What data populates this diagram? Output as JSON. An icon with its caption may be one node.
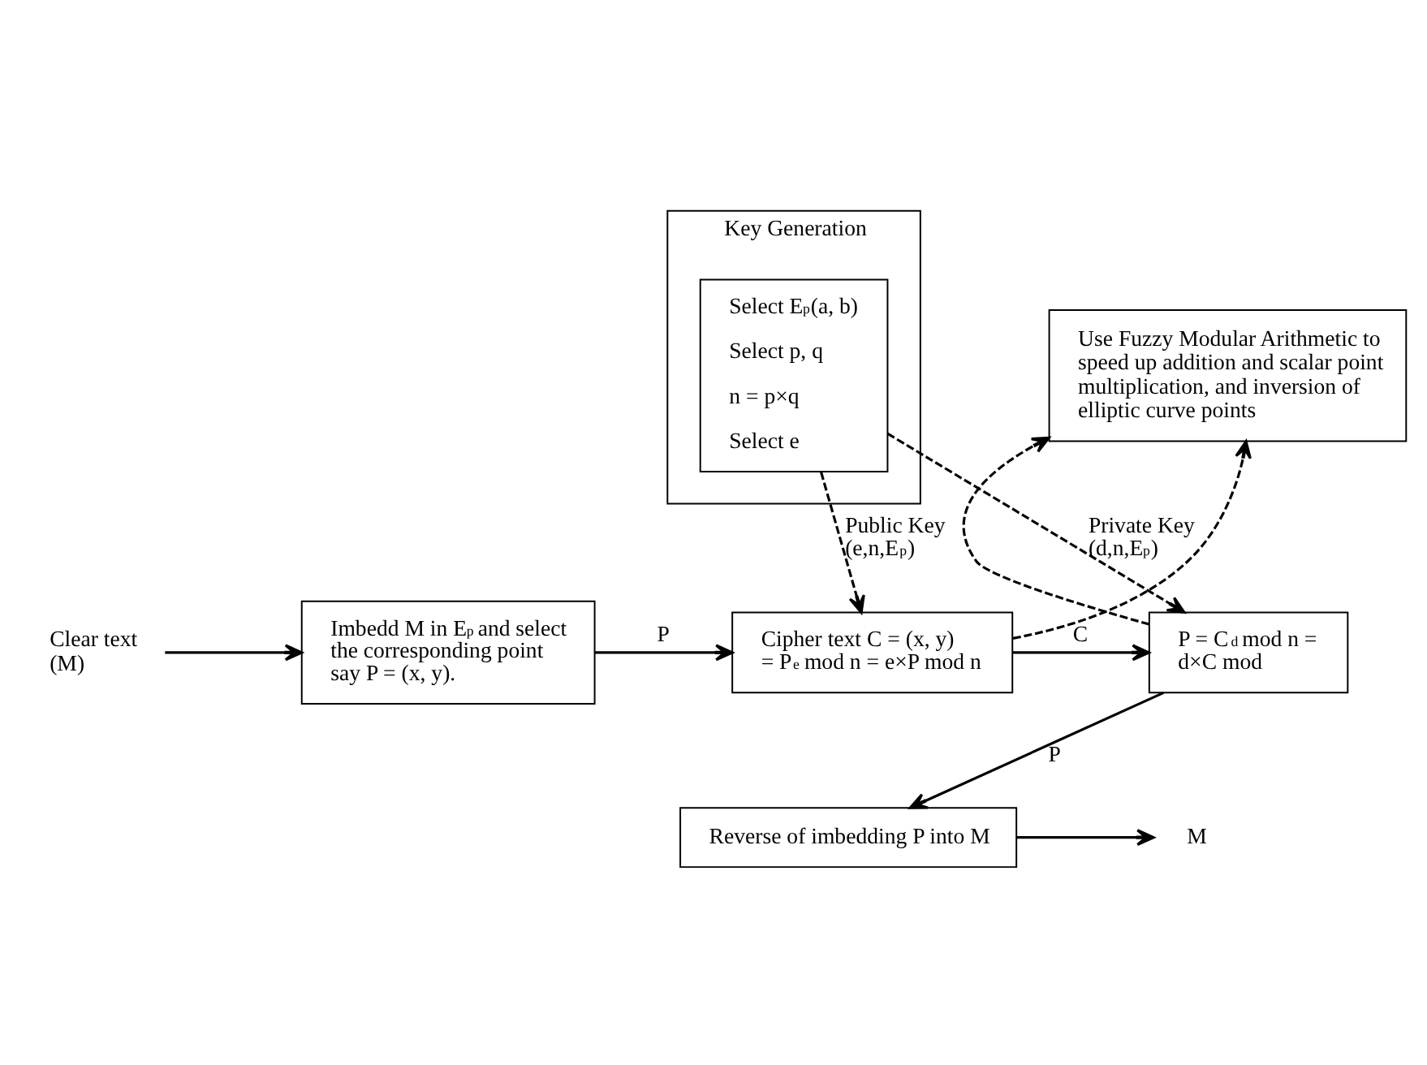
{
  "diagram": {
    "nodes": [
      {
        "text": [
          "Key Generation"
        ]
      },
      {
        "text": [
          "Select E$_{p}$(a, b)",
          "Select p, q",
          "n = p×q",
          "Select e"
        ],
        "in": 0
      },
      {
        "text": [
          "Use Fuzzy Modular Arithmetic to speed up addition and scalar point multiplication, and inversion of elliptic curve points"
        ]
      },
      {
        "text": [
          "Clear text (M)"
        ]
      },
      {
        "text": [
          "Imbedd M in E$_{p}$ and select the corresponding point say P = (x, y)."
        ]
      },
      {
        "text": [
          "Cipher text C = (x, y) = P$^{e}$ mod n = e×P mod n"
        ]
      },
      {
        "text": [
          "P = C$^{d}$ mod n = d×C mod"
        ]
      },
      {
        "text": [
          "Reverse of imbedding P into M"
        ]
      },
      {
        "text": [
          "M"
        ]
      }
    ],
    "edges": [
      {
        "from": 1,
        "to": 5,
        "arrow": "to",
        "style": "dashed",
        "label": "Public Key (e,n,E$_{p}$)"
      },
      {
        "from": 1,
        "to": 6,
        "arrow": "to",
        "style": "dashed",
        "label": "Private Key (d,n,E$_{p}$)"
      },
      {
        "from": 5,
        "to": 2,
        "arrow": "to",
        "style": "dashed"
      },
      {
        "from": 6,
        "to": 2,
        "arrow": "to",
        "style": "dashed"
      },
      {
        "from": 3,
        "to": 4,
        "arrow": "to"
      },
      {
        "from": 4,
        "to": 5,
        "arrow": "to",
        "label": "P"
      },
      {
        "from": 5,
        "to": 6,
        "arrow": "to",
        "label": "C"
      },
      {
        "from": 6,
        "to": 7,
        "arrow": "to",
        "label": "P"
      },
      {
        "from": 7,
        "to": 8,
        "arrow": "to"
      }
    ]
  }
}
